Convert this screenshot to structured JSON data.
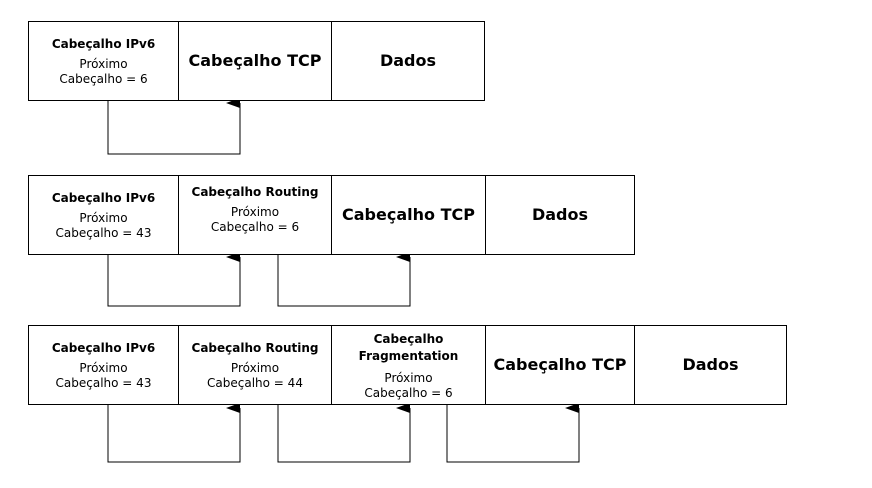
{
  "rows": [
    {
      "segments": [
        {
          "title": "Cabeçalho IPv6",
          "line1": "Próximo",
          "line2": "Cabeçalho = 6"
        },
        {
          "big": "Cabeçalho TCP"
        },
        {
          "big": "Dados"
        }
      ]
    },
    {
      "segments": [
        {
          "title": "Cabeçalho IPv6",
          "line1": "Próximo",
          "line2": "Cabeçalho = 43"
        },
        {
          "title": "Cabeçalho Routing",
          "line1": "Próximo",
          "line2": "Cabeçalho = 6"
        },
        {
          "big": "Cabeçalho TCP"
        },
        {
          "big": "Dados"
        }
      ]
    },
    {
      "segments": [
        {
          "title": "Cabeçalho IPv6",
          "line1": "Próximo",
          "line2": "Cabeçalho = 43"
        },
        {
          "title": "Cabeçalho Routing",
          "line1": "Próximo",
          "line2": "Cabeçalho = 44"
        },
        {
          "title": "Cabeçalho",
          "title2": "Fragmentation",
          "line1": "Próximo",
          "line2": "Cabeçalho = 6"
        },
        {
          "big": "Cabeçalho TCP"
        },
        {
          "big": "Dados"
        }
      ]
    }
  ]
}
